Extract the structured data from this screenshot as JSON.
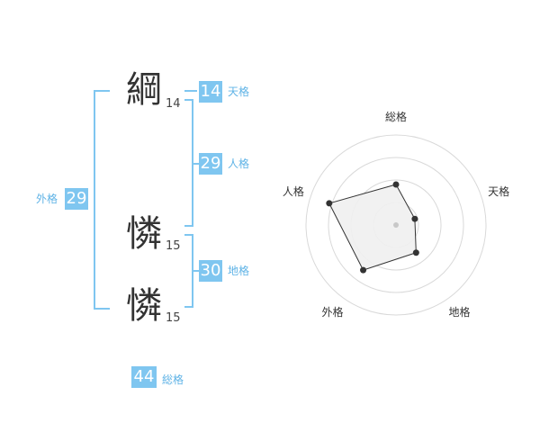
{
  "name": {
    "characters": [
      {
        "char": "綱",
        "strokes": "14"
      },
      {
        "char": "憐",
        "strokes": "15"
      },
      {
        "char": "憐",
        "strokes": "15"
      }
    ]
  },
  "fortune": {
    "tenkaku": {
      "value": "14",
      "label": "天格"
    },
    "jinkaku": {
      "value": "29",
      "label": "人格"
    },
    "chikaku": {
      "value": "30",
      "label": "地格"
    },
    "gaikaku": {
      "value": "29",
      "label": "外格"
    },
    "soukaku": {
      "value": "44",
      "label": "総格"
    }
  },
  "radar": {
    "axes": [
      "総格",
      "天格",
      "地格",
      "外格",
      "人格"
    ],
    "levels": 4,
    "values": [
      0.45,
      0.22,
      0.38,
      0.62,
      0.78
    ]
  },
  "colors": {
    "accent": "#7fc6f0",
    "radar_fill": "#efefef",
    "radar_line": "#333333",
    "ring": "#d9d9d9"
  }
}
